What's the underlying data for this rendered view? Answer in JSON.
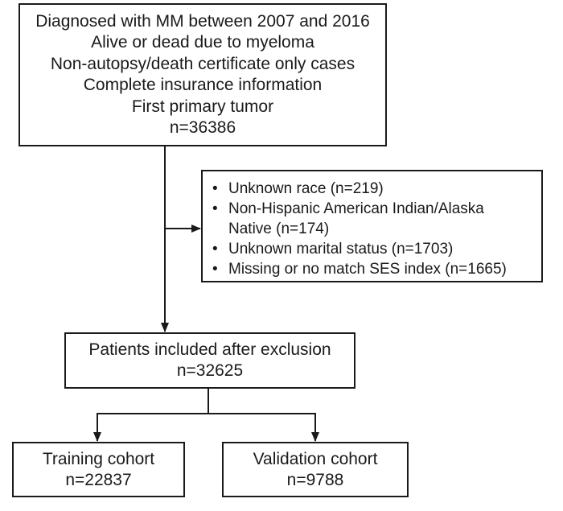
{
  "eligibility": {
    "lines": [
      "Diagnosed with MM between 2007 and 2016",
      "Alive or dead due to myeloma",
      "Non-autopsy/death certificate only cases",
      "Complete insurance information",
      "First primary tumor",
      "n=36386"
    ]
  },
  "exclusion": {
    "bullet": "•",
    "items": [
      [
        "Unknown race (n=219)"
      ],
      [
        "Non-Hispanic American Indian/Alaska",
        "Native (n=174)"
      ],
      [
        "Unknown marital status (n=1703)"
      ],
      [
        "Missing or no match SES index (n=1665)"
      ]
    ]
  },
  "included": {
    "title": "Patients included after exclusion",
    "count": "n=32625"
  },
  "training": {
    "title": "Training cohort",
    "count": "n=22837"
  },
  "validation": {
    "title": "Validation cohort",
    "count": "n=9788"
  }
}
